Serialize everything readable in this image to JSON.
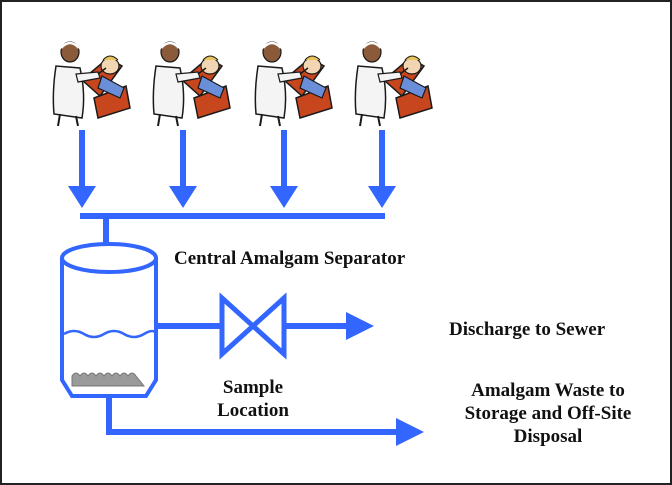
{
  "labels": {
    "separator": "Central Amalgam Separator",
    "discharge": "Discharge to Sewer",
    "sample_line1": "Sample",
    "sample_line2": "Location",
    "waste_line1": "Amalgam Waste to",
    "waste_line2": "Storage and Off-Site",
    "waste_line3": "Disposal"
  },
  "stations": [
    {
      "icon": "dentist-with-patient-icon"
    },
    {
      "icon": "dentist-with-patient-icon"
    },
    {
      "icon": "dentist-with-patient-icon"
    },
    {
      "icon": "dentist-with-patient-icon"
    }
  ],
  "colors": {
    "pipe": "#3366ff",
    "outline": "#1a1a1a",
    "chair": "#c8461e",
    "coat": "#f4f4f4",
    "sludge": "#9a9a9a"
  }
}
